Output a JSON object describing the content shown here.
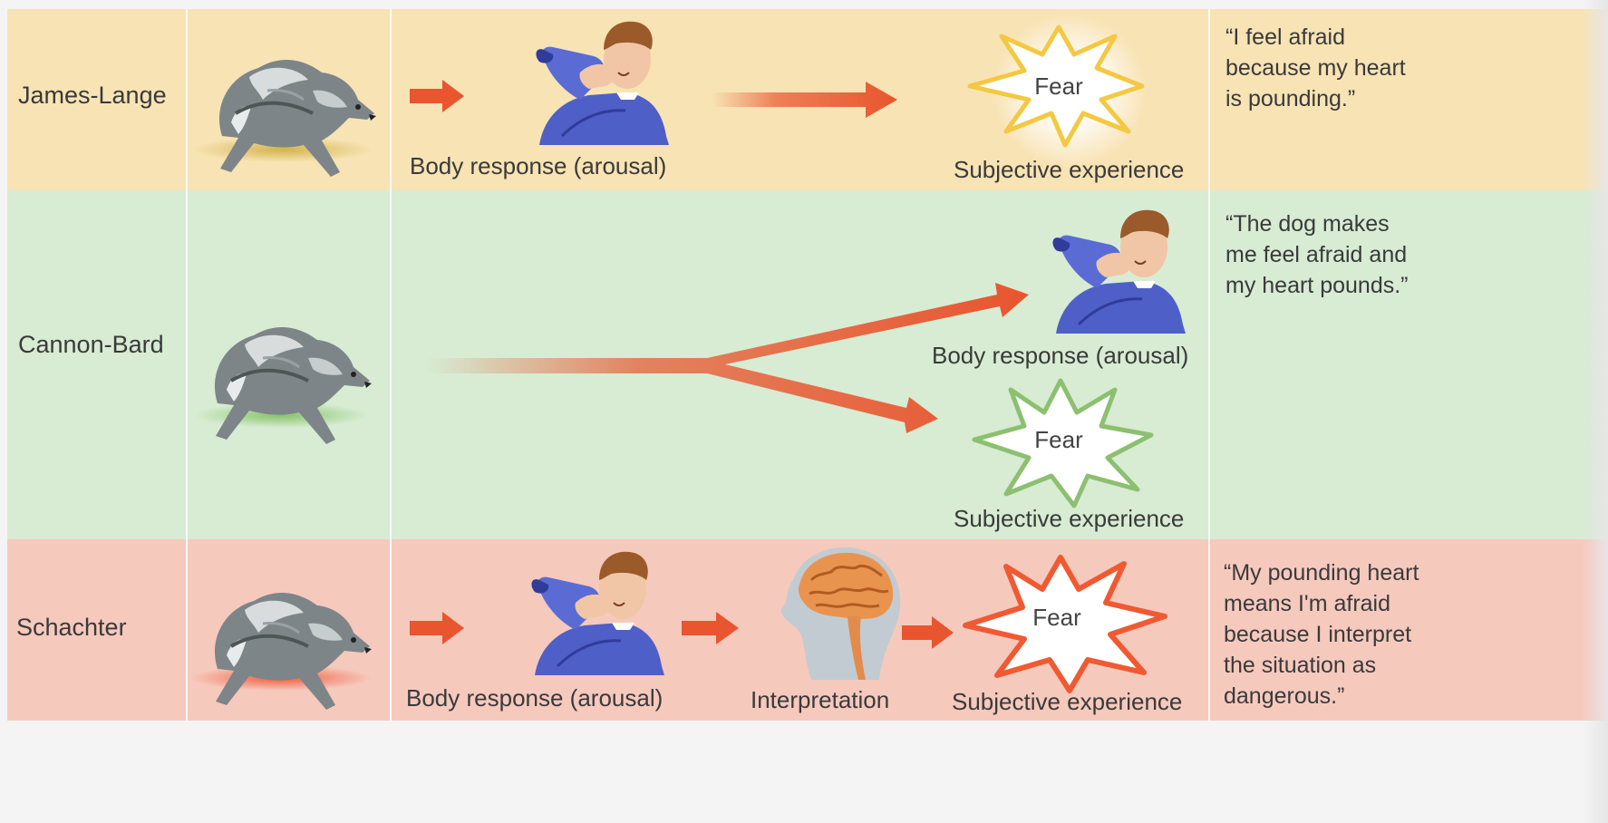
{
  "rows": [
    {
      "theory": "James-Lange",
      "body_caption": "Body response (arousal)",
      "fear_label": "Fear",
      "experience_caption": "Subjective experience",
      "quote": "“I feel afraid because my heart is pounding.”"
    },
    {
      "theory": "Cannon-Bard",
      "body_caption": "Body response (arousal)",
      "fear_label": "Fear",
      "experience_caption": "Subjective experience",
      "quote": "“The dog makes me feel afraid and my heart pounds.”"
    },
    {
      "theory": "Schachter",
      "body_caption": "Body response (arousal)",
      "interpretation_caption": "Interpretation",
      "fear_label": "Fear",
      "experience_caption": "Subjective experience",
      "quote": "“My pounding heart means I'm afraid because I interpret the situation as dangerous.”"
    }
  ],
  "colors": {
    "james_lange_bg": "#f8e3b4",
    "cannon_bard_bg": "#d7ecd3",
    "schachter_bg": "#f6c9bd",
    "arrow": "#e8552e",
    "fear_starburst_james": "#f4c842",
    "fear_starburst_cannon": "#8cc070",
    "fear_starburst_schachter": "#ef5a32",
    "sweater": "#4f5fc8"
  }
}
